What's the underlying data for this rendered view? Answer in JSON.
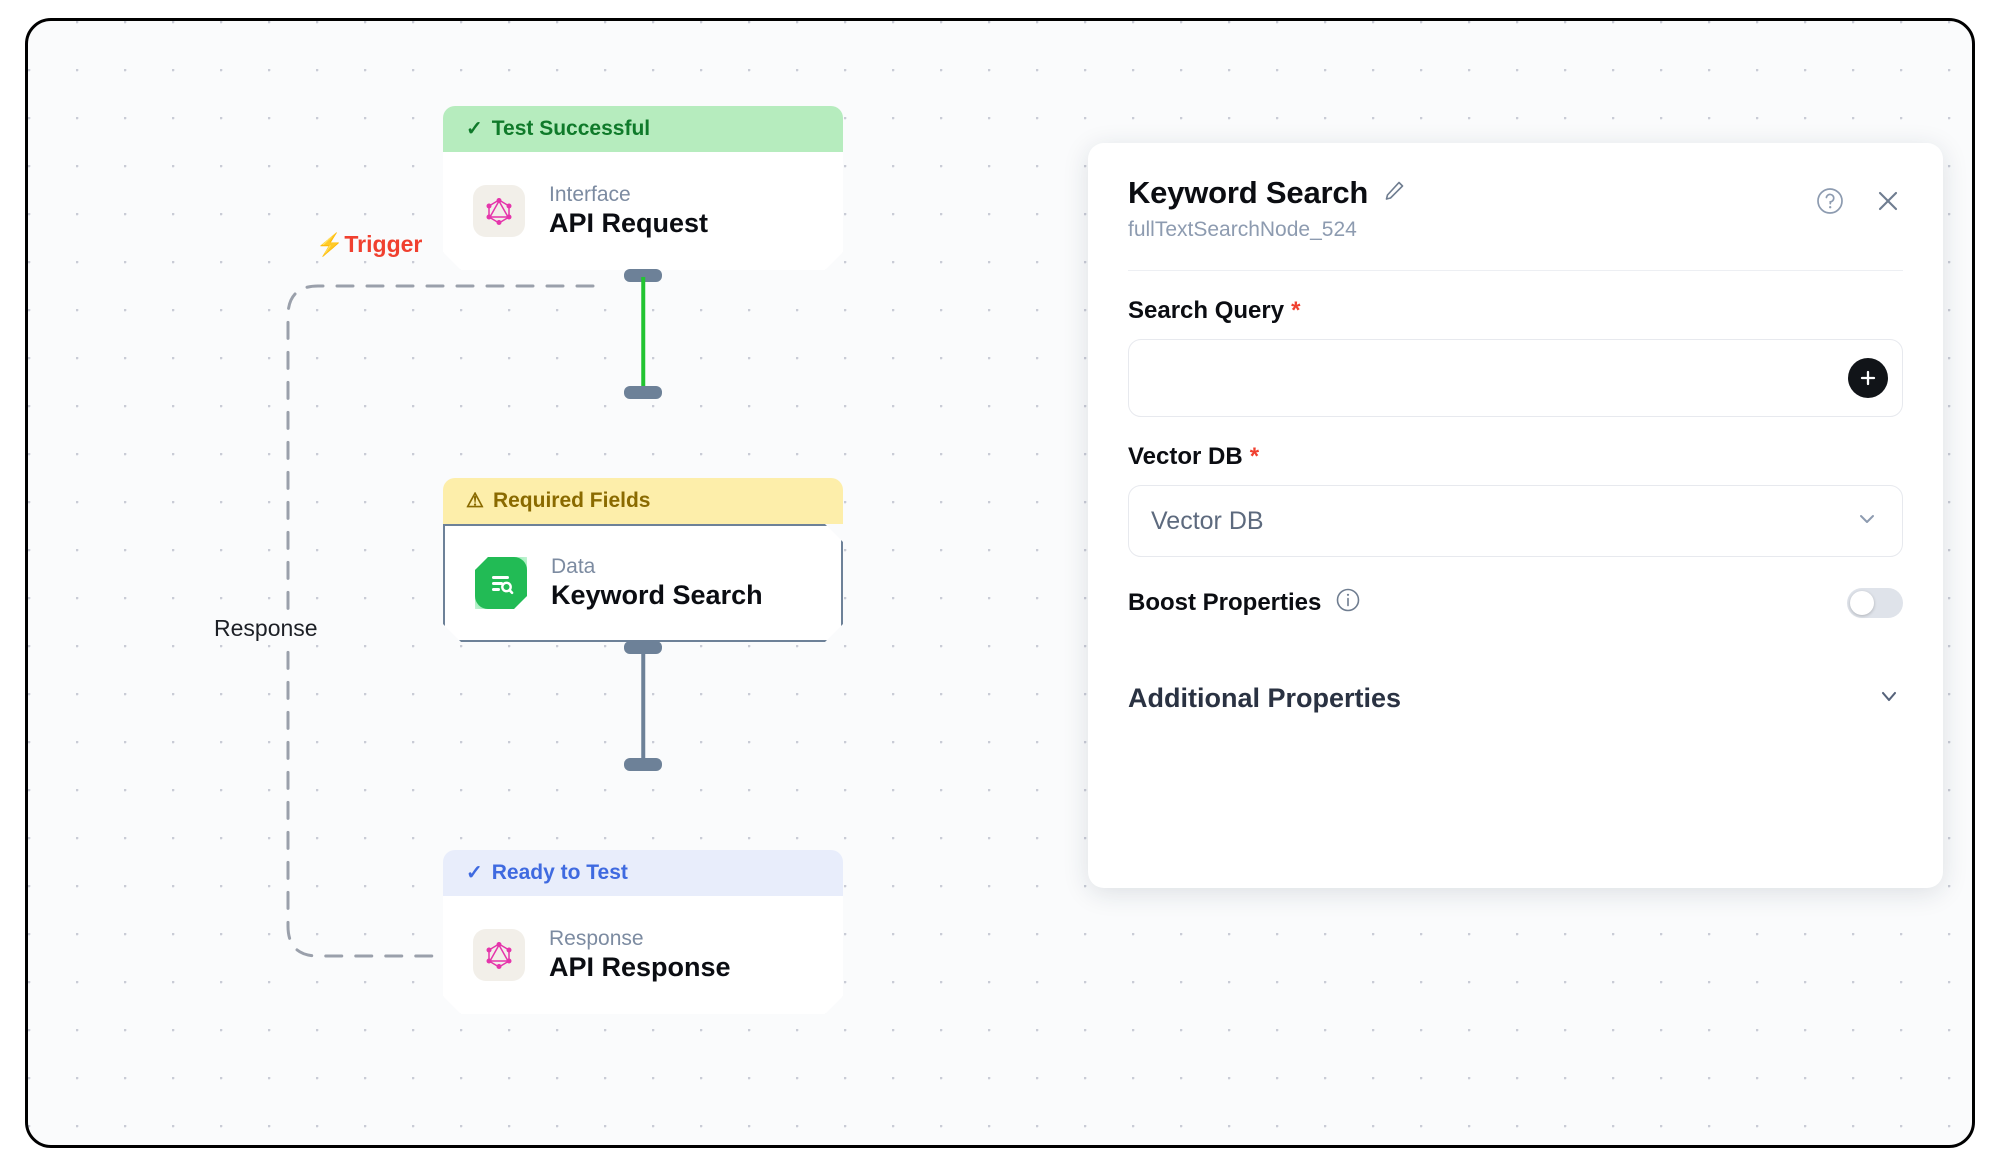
{
  "canvas": {
    "edges": [
      {
        "id": "trigger",
        "label": "Trigger",
        "icon": "lightning-bolt-icon",
        "color": "#f0402f"
      },
      {
        "id": "response",
        "label": "Response",
        "color": "#1d2026"
      }
    ]
  },
  "nodes": [
    {
      "id": "api-request",
      "status_label": "Test Successful",
      "status_icon": "check-icon",
      "status_style": "success",
      "kind": "Interface",
      "title": "API Request",
      "icon": "graphql-icon",
      "selected": false
    },
    {
      "id": "keyword-search",
      "status_label": "Required Fields",
      "status_icon": "warning-triangle-icon",
      "status_style": "warn",
      "kind": "Data",
      "title": "Keyword Search",
      "icon": "document-search-icon",
      "selected": true
    },
    {
      "id": "api-response",
      "status_label": "Ready to Test",
      "status_icon": "check-icon",
      "status_style": "ready",
      "kind": "Response",
      "title": "API Response",
      "icon": "graphql-icon",
      "selected": false
    }
  ],
  "connectors": [
    {
      "id": "request-to-search",
      "color": "#22c431",
      "state": "active"
    },
    {
      "id": "search-to-response",
      "color": "#6d8198",
      "state": "idle"
    }
  ],
  "panel": {
    "title": "Keyword Search",
    "subtitle": "fullTextSearchNode_524",
    "edit_icon": "pencil-icon",
    "help_icon": "question-circle-icon",
    "close_icon": "close-icon",
    "fields": {
      "search_query": {
        "label": "Search Query",
        "required_marker": "*",
        "value": "",
        "placeholder": "",
        "add_icon": "plus-icon"
      },
      "vector_db": {
        "label": "Vector DB",
        "required_marker": "*",
        "selected": "Vector DB",
        "chevron_icon": "chevron-down-icon"
      },
      "boost_properties": {
        "label": "Boost Properties",
        "info_icon": "info-circle-icon",
        "enabled": false
      }
    },
    "accordion": {
      "title": "Additional Properties",
      "chevron_icon": "chevron-down-icon",
      "expanded": false
    }
  },
  "colors": {
    "success_bg": "#b6ecbe",
    "success_fg": "#0f7a2a",
    "warn_bg": "#fdeeaa",
    "warn_fg": "#8a6a00",
    "ready_bg": "#e8edfb",
    "ready_fg": "#3f6ae0",
    "accent_red": "#f0402f",
    "edge_green": "#22c431",
    "handle_grey": "#6d8198",
    "graphql_pink": "#e535ab"
  }
}
